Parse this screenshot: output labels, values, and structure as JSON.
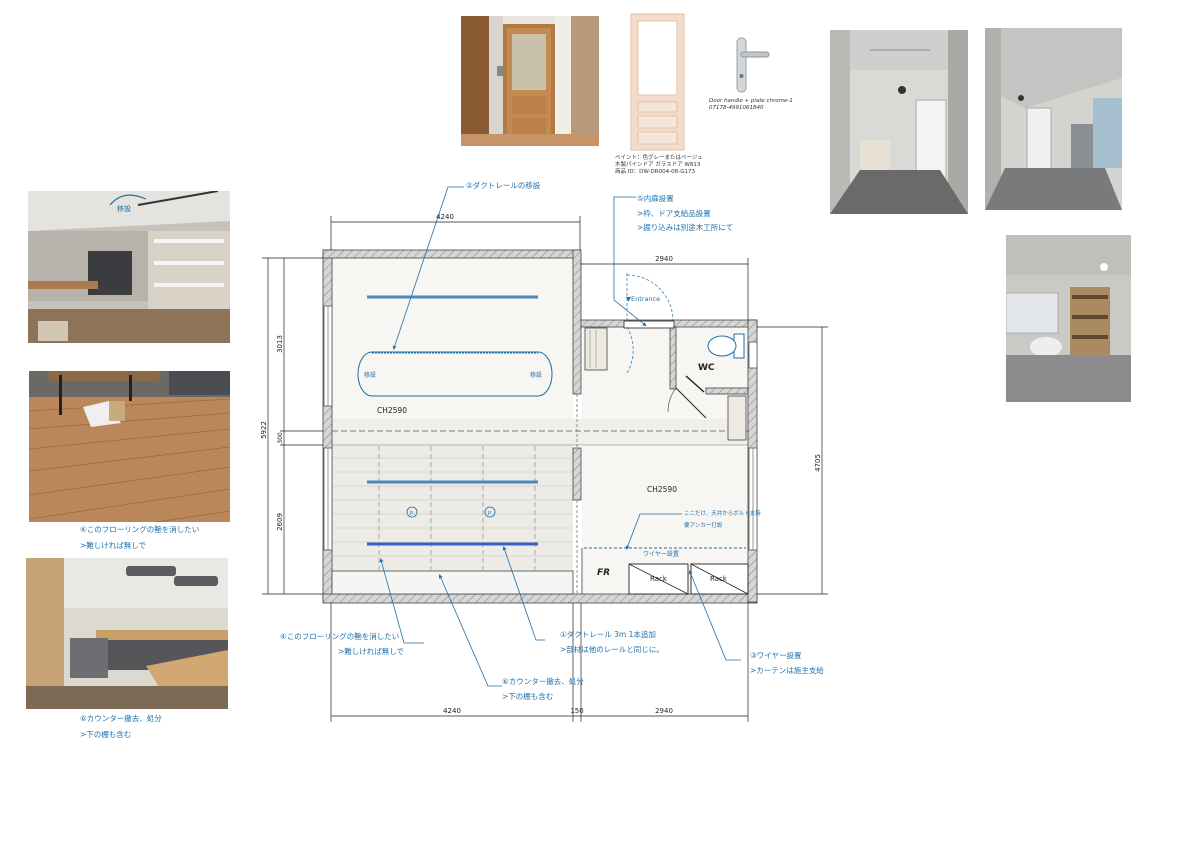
{
  "plan": {
    "dims": {
      "top_left": "4240",
      "top_right": "2940",
      "bottom_left": "4240",
      "bottom_mid": "150",
      "bottom_right": "2940",
      "left_total": "5922",
      "left_upper": "3013",
      "left_mid": "300",
      "left_lower": "2609",
      "right_total": "4705"
    },
    "labels": {
      "ch_left": "CH2590",
      "ch_right": "CH2590",
      "wc": "WC",
      "fr": "FR",
      "rack1": "Rack",
      "rack2": "Rack",
      "entrance": "▼Entrance",
      "relocate_left": "移設",
      "relocate_right": "移設",
      "wire_label": "ワイヤー設置",
      "ceiling_note_1": "ここだけ、天井からボルト支持",
      "ceiling_note_2": "要アンカー打設",
      "light_marker": "P"
    }
  },
  "door_product": {
    "line1": "ペイント：色グレーまたはベージュ",
    "line2": "木製パインドア ガラスドア W813",
    "line3": "商品 ID：DW-DR004-08-G173"
  },
  "handle_product": {
    "line1": "Door handle + plate chrome-1",
    "line2": "07178-4991061840"
  },
  "photo_text": {
    "relocate_tag": "移設"
  },
  "notes": {
    "duct_relocate": "②ダクトレールの移設",
    "inner_door_1": "⑤内扉設置",
    "inner_door_2": ">枠、ドア支給品設置",
    "inner_door_3": ">掘り込みは別途木工所にて",
    "floor_plan_1": "④このフローリングの艶を消したい",
    "floor_plan_2": ">難しければ無しで",
    "duct_add_1": "①ダクトレール 3m 1本追加",
    "duct_add_2": ">部材は他のレールと同じに。",
    "counter_plan_1": "⑥カウンター撤去、処分",
    "counter_plan_2": ">下の棚も含む",
    "wire_1": "③ワイヤー設置",
    "wire_2": ">カーテンは施主支給",
    "floor_photo_1": "④このフローリングの艶を消したい",
    "floor_photo_2": ">難しければ無しで",
    "counter_photo_1": "⑥カウンター撤去、処分",
    "counter_photo_2": ">下の棚も含む"
  }
}
